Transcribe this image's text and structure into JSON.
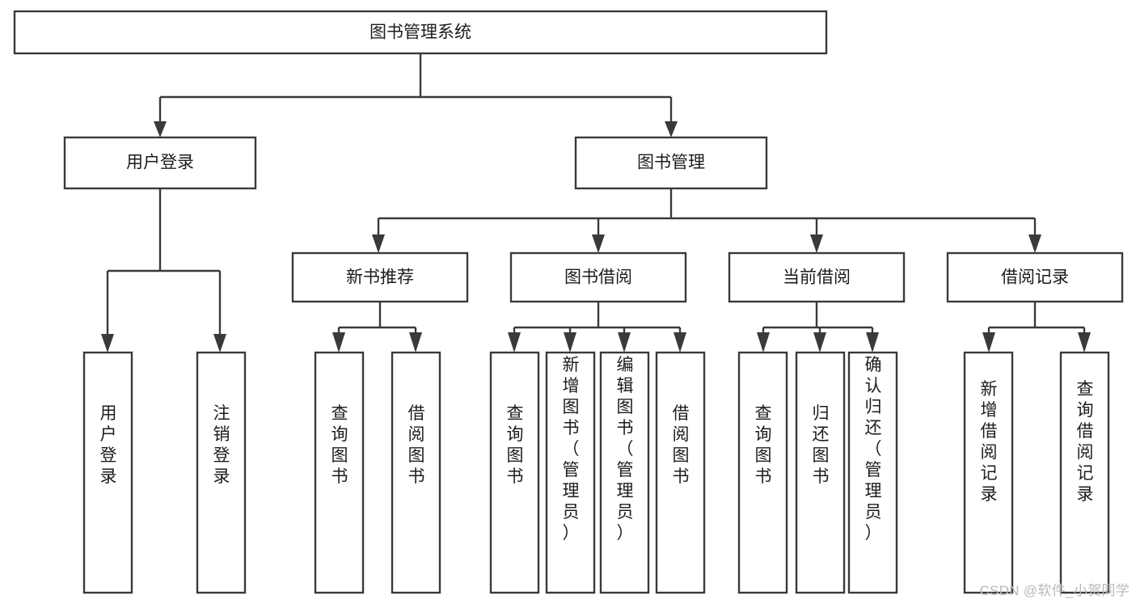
{
  "diagram": {
    "type": "tree-hierarchy",
    "title": "图书管理系统",
    "orientation": "top-down",
    "levels": 4,
    "nodes": {
      "root": {
        "label": "图书管理系统",
        "level": 1
      },
      "l2": [
        {
          "id": "user-login",
          "label": "用户登录",
          "level": 2
        },
        {
          "id": "book-manage",
          "label": "图书管理",
          "level": 2
        }
      ],
      "l3": [
        {
          "id": "new-book-recommend",
          "label": "新书推荐",
          "level": 3,
          "parent": "book-manage"
        },
        {
          "id": "book-borrow",
          "label": "图书借阅",
          "level": 3,
          "parent": "book-manage"
        },
        {
          "id": "current-borrow",
          "label": "当前借阅",
          "level": 3,
          "parent": "book-manage"
        },
        {
          "id": "borrow-record",
          "label": "借阅记录",
          "level": 3,
          "parent": "book-manage"
        }
      ],
      "leaves": [
        {
          "id": "leaf-user-login",
          "label": "用户登录",
          "parent": "user-login"
        },
        {
          "id": "leaf-logout-login",
          "label": "注销登录",
          "parent": "user-login"
        },
        {
          "id": "leaf-query-book-1",
          "label": "查询图书",
          "parent": "new-book-recommend"
        },
        {
          "id": "leaf-borrow-book-1",
          "label": "借阅图书",
          "parent": "new-book-recommend"
        },
        {
          "id": "leaf-query-book-2",
          "label": "查询图书",
          "parent": "book-borrow"
        },
        {
          "id": "leaf-add-book",
          "label": "新增图书（管理员）",
          "parent": "book-borrow"
        },
        {
          "id": "leaf-edit-book",
          "label": "编辑图书（管理员）",
          "parent": "book-borrow"
        },
        {
          "id": "leaf-borrow-book-2",
          "label": "借阅图书",
          "parent": "book-borrow"
        },
        {
          "id": "leaf-query-book-3",
          "label": "查询图书",
          "parent": "current-borrow"
        },
        {
          "id": "leaf-return-book",
          "label": "归还图书",
          "parent": "current-borrow"
        },
        {
          "id": "leaf-confirm-return",
          "label": "确认归还（管理员）",
          "parent": "current-borrow"
        },
        {
          "id": "leaf-add-record",
          "label": "新增借阅记录",
          "parent": "borrow-record"
        },
        {
          "id": "leaf-query-record",
          "label": "查询借阅记录",
          "parent": "borrow-record"
        }
      ]
    },
    "colors": {
      "box_stroke": "#3a3a3a",
      "box_fill": "#ffffff",
      "connector": "#3a3a3a",
      "text": "#1c1c1c",
      "background": "#ffffff",
      "watermark": "#b9b9b9"
    }
  },
  "watermark": {
    "text": "CSDN @软件_小贺同学"
  }
}
